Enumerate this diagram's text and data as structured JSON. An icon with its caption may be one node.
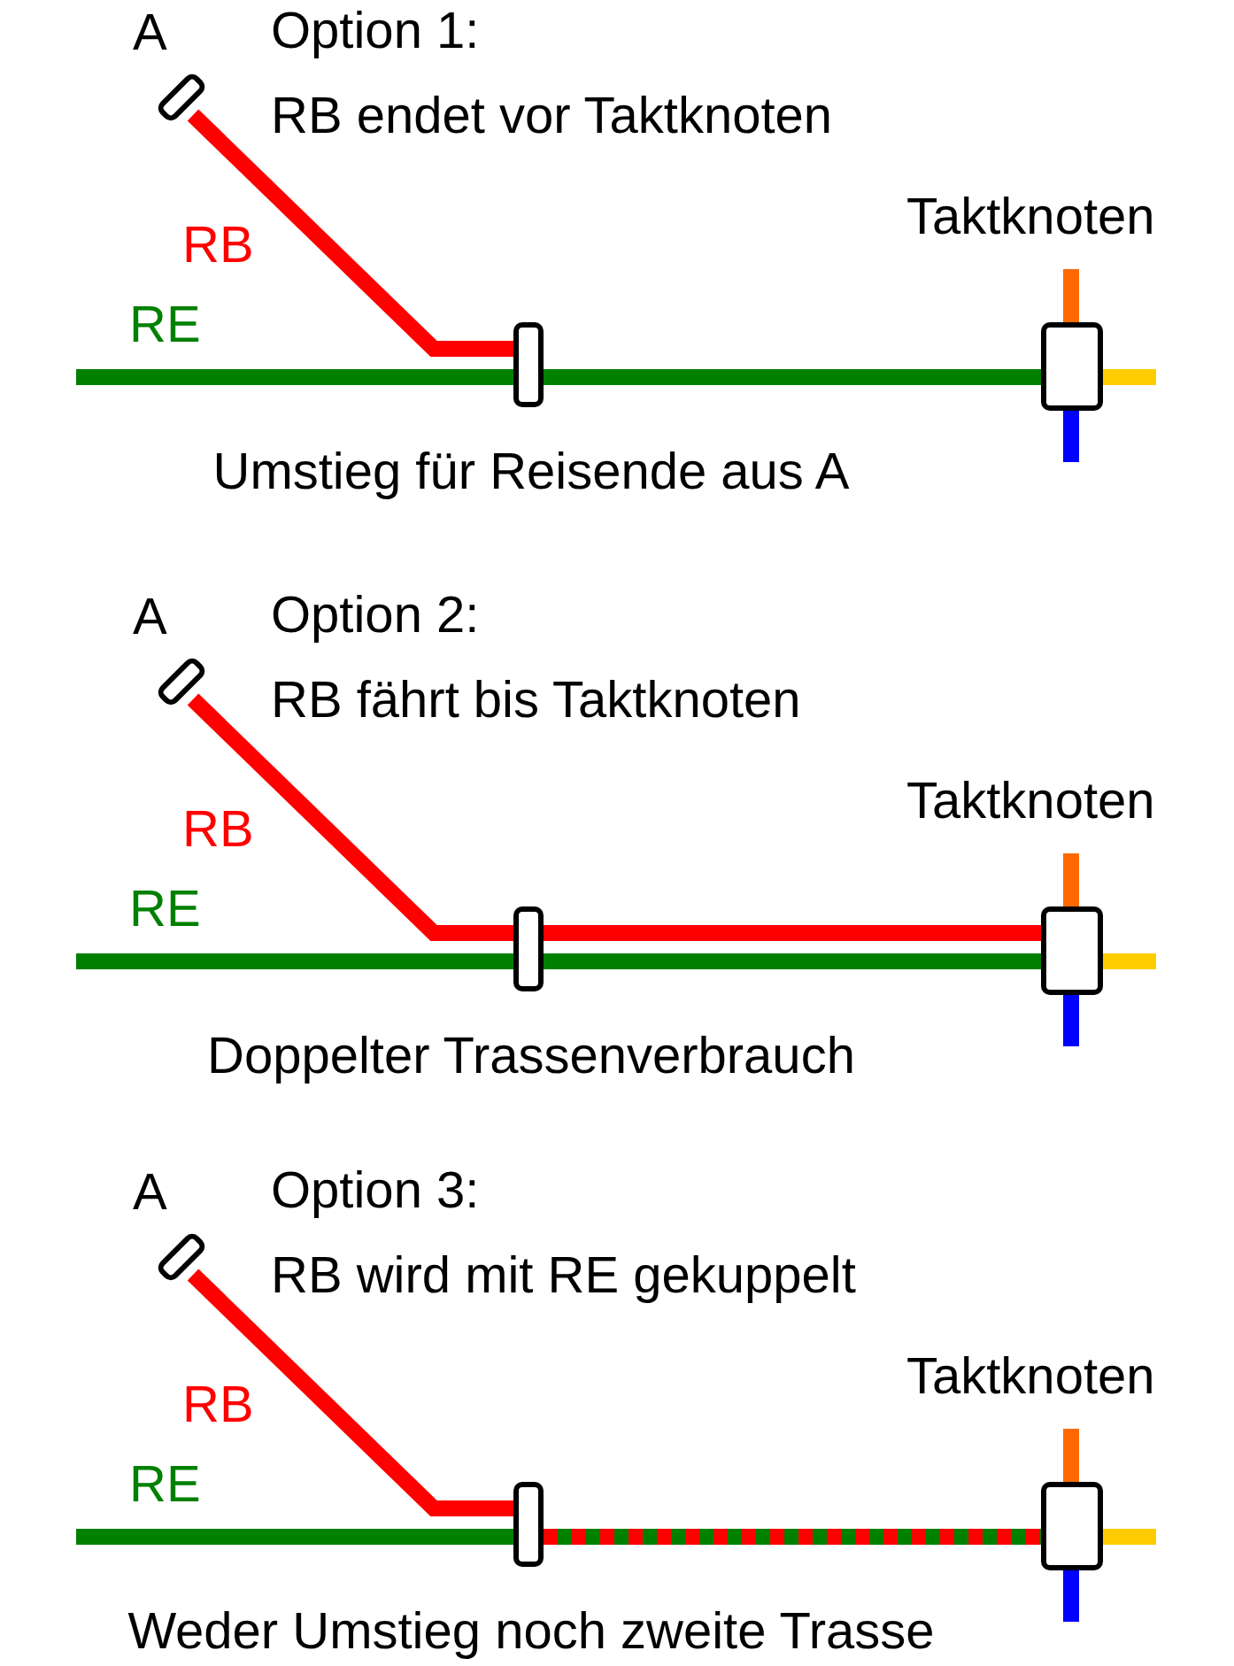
{
  "diagram": {
    "nodes": [
      {
        "text": [],
        "shape": "box",
        "beside": [
          "A"
        ]
      },
      {
        "text": [],
        "shape": "box"
      },
      {
        "text": [
          "Taktknoten"
        ]
      },
      {
        "text": [],
        "shape": "box",
        "beside": [
          "A"
        ]
      },
      {
        "text": [],
        "shape": "box"
      },
      {
        "text": [
          "Taktknoten"
        ]
      },
      {
        "text": [],
        "shape": "box",
        "beside": [
          "A"
        ]
      },
      {
        "text": [],
        "shape": "box"
      },
      {
        "text": [
          "Taktknoten"
        ]
      }
    ],
    "edges": [
      {
        "from": 0,
        "to": 1,
        "arrow": "none",
        "label": "RB",
        "color": "#ff0000"
      },
      {
        "from": null,
        "to": 1,
        "arrow": "none",
        "label": "RE",
        "color": "#008000"
      },
      {
        "from": 1,
        "to": 2,
        "arrow": "none",
        "color": "#008000"
      },
      {
        "from": 2,
        "to": null,
        "arrow": "none",
        "color": "#ff6a00"
      },
      {
        "from": 2,
        "to": null,
        "arrow": "none",
        "color": "#0000ff"
      },
      {
        "from": 2,
        "to": null,
        "arrow": "none",
        "color": "#ffcc00"
      },
      {
        "from": 3,
        "to": 4,
        "arrow": "none",
        "label": "RB",
        "color": "#ff0000"
      },
      {
        "from": null,
        "to": 4,
        "arrow": "none",
        "label": "RE",
        "color": "#008000"
      },
      {
        "from": 4,
        "to": 5,
        "arrow": "none",
        "color": "#008000"
      },
      {
        "from": 4,
        "to": 5,
        "arrow": "none",
        "color": "#ff0000"
      },
      {
        "from": 5,
        "to": null,
        "arrow": "none",
        "color": "#ff6a00"
      },
      {
        "from": 5,
        "to": null,
        "arrow": "none",
        "color": "#0000ff"
      },
      {
        "from": 5,
        "to": null,
        "arrow": "none",
        "color": "#ffcc00"
      },
      {
        "from": 6,
        "to": 7,
        "arrow": "none",
        "label": "RB",
        "color": "#ff0000"
      },
      {
        "from": null,
        "to": 7,
        "arrow": "none",
        "label": "RE",
        "color": "#008000"
      },
      {
        "from": 7,
        "to": 8,
        "arrow": "none",
        "color": "#008000"
      },
      {
        "from": 7,
        "to": 8,
        "arrow": "none",
        "style": "dashed",
        "color": "#ff0000"
      },
      {
        "from": 8,
        "to": null,
        "arrow": "none",
        "color": "#ff6a00"
      },
      {
        "from": 8,
        "to": null,
        "arrow": "none",
        "color": "#0000ff"
      },
      {
        "from": 8,
        "to": null,
        "arrow": "none",
        "color": "#ffcc00"
      }
    ],
    "labels": [
      "Option 1:",
      "RB endet vor Taktknoten",
      "Umstieg für Reisende aus A",
      "Option 2:",
      "RB fährt bis Taktknoten",
      "Doppelter Trassenverbrauch",
      "Option 3:",
      "RB wird mit RE gekuppelt",
      "Weder Umstieg noch zweite Trasse"
    ]
  }
}
